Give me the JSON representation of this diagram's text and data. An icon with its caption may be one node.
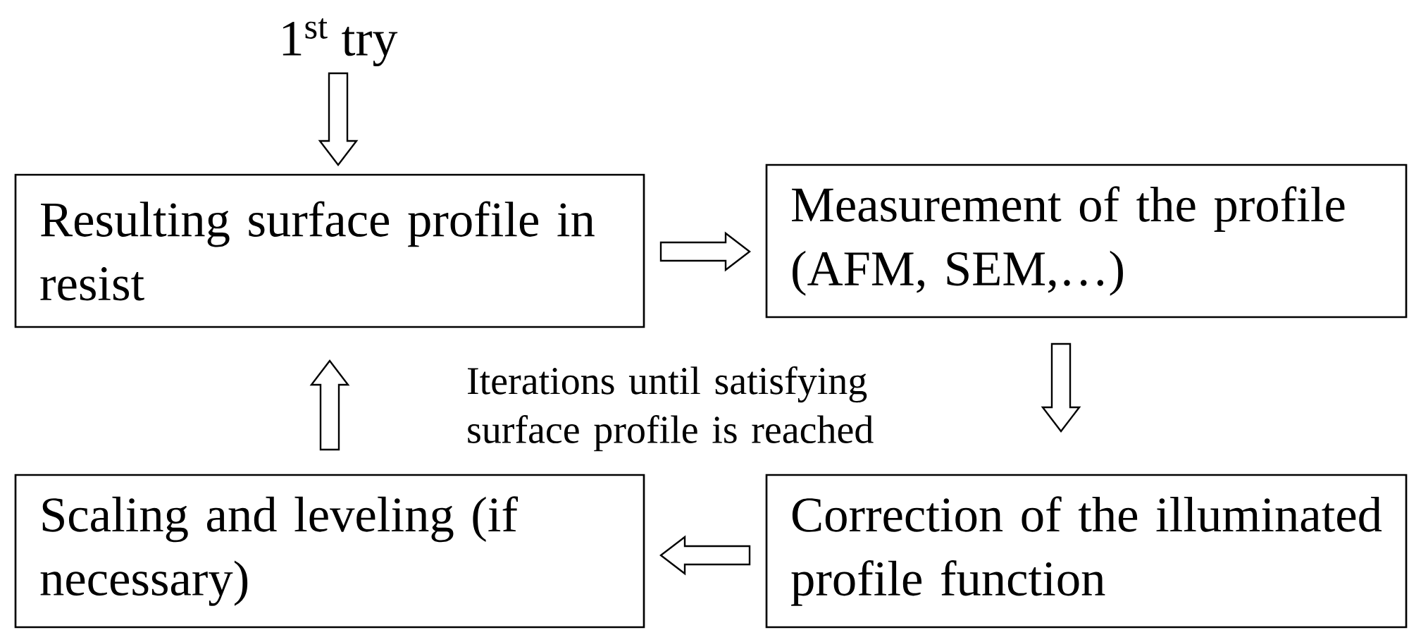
{
  "diagram": {
    "nodes": [
      {
        "text": [
          "1$^{st}$ try"
        ]
      },
      {
        "text": [
          "Resulting surface profile in resist"
        ]
      },
      {
        "text": [
          "Measurement of the profile (AFM, SEM,…)"
        ]
      },
      {
        "text": [
          "Scaling and leveling (if necessary)"
        ]
      },
      {
        "text": [
          "Correction of the illuminated profile function"
        ]
      }
    ],
    "edges": [
      {
        "from": 0,
        "to": 1,
        "arrow": "to"
      },
      {
        "from": 1,
        "to": 2,
        "arrow": "to"
      },
      {
        "from": 2,
        "to": 4,
        "arrow": "to"
      },
      {
        "from": 4,
        "to": 3,
        "arrow": "to"
      },
      {
        "from": 3,
        "to": 1,
        "arrow": "to"
      }
    ],
    "labels": [
      "Iterations until satisfying surface profile is reached"
    ]
  }
}
